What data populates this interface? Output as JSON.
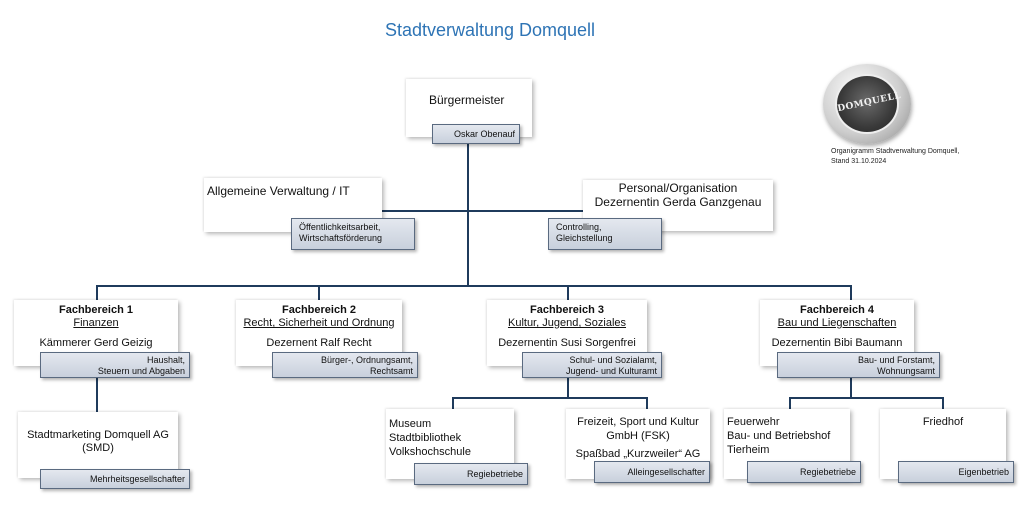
{
  "title": "Stadtverwaltung Domquell",
  "logo": {
    "text": "DOMQUELL"
  },
  "caption": {
    "line1": "Organigramm Stadtverwaltung Domquell,",
    "line2": "Stand 31.10.2024"
  },
  "mayor": {
    "title": "Bürgermeister",
    "name": "Oskar Obenauf"
  },
  "staff_left": {
    "title": "Allgemeine Verwaltung / IT",
    "tag_line1": "Öffentlichkeitsarbeit,",
    "tag_line2": "Wirtschaftsförderung"
  },
  "staff_right": {
    "title_line1": "Personal/Organisation",
    "title_line2": "Dezernentin Gerda Ganzgenau",
    "tag_line1": "Controlling,",
    "tag_line2": "Gleichstellung"
  },
  "departments": [
    {
      "heading": "Fachbereich 1",
      "subtitle": "Finanzen",
      "head": "Kämmerer Gerd Geizig",
      "tag_line1": "Haushalt,",
      "tag_line2": "Steuern und Abgaben"
    },
    {
      "heading": "Fachbereich 2",
      "subtitle": "Recht, Sicherheit und Ordnung",
      "head": "Dezernent Ralf Recht",
      "tag_line1": "Bürger-,  Ordnungsamt,",
      "tag_line2": "Rechtsamt"
    },
    {
      "heading": "Fachbereich 3",
      "subtitle": "Kultur, Jugend, Soziales",
      "head": "Dezernentin Susi Sorgenfrei",
      "tag_line1": "Schul- und Sozialamt,",
      "tag_line2": "Jugend- und Kulturamt"
    },
    {
      "heading": "Fachbereich 4",
      "subtitle": "Bau und Liegenschaften",
      "head": "Dezernentin Bibi Baumann",
      "tag_line1": "Bau- und Forstamt,",
      "tag_line2": "Wohnungsamt"
    }
  ],
  "units": {
    "smd": {
      "line1": "Stadtmarketing Domquell AG",
      "line2": "(SMD)",
      "tag": "Mehrheitsgesellschafter"
    },
    "museum": {
      "line1": "Museum",
      "line2": "Stadtbibliothek",
      "line3": "Volkshochschule",
      "tag": "Regiebetriebe"
    },
    "fsk": {
      "line1": "Freizeit, Sport und Kultur",
      "line2": "GmbH (FSK)",
      "line3": "Spaßbad „Kurzweiler“ AG",
      "tag": "Alleingesellschafter"
    },
    "feuerwehr": {
      "line1": "Feuerwehr",
      "line2": "Bau- und Betriebshof",
      "line3": "Tierheim",
      "tag": "Regiebetriebe"
    },
    "friedhof": {
      "line1": "Friedhof",
      "tag": "Eigenbetrieb"
    }
  }
}
